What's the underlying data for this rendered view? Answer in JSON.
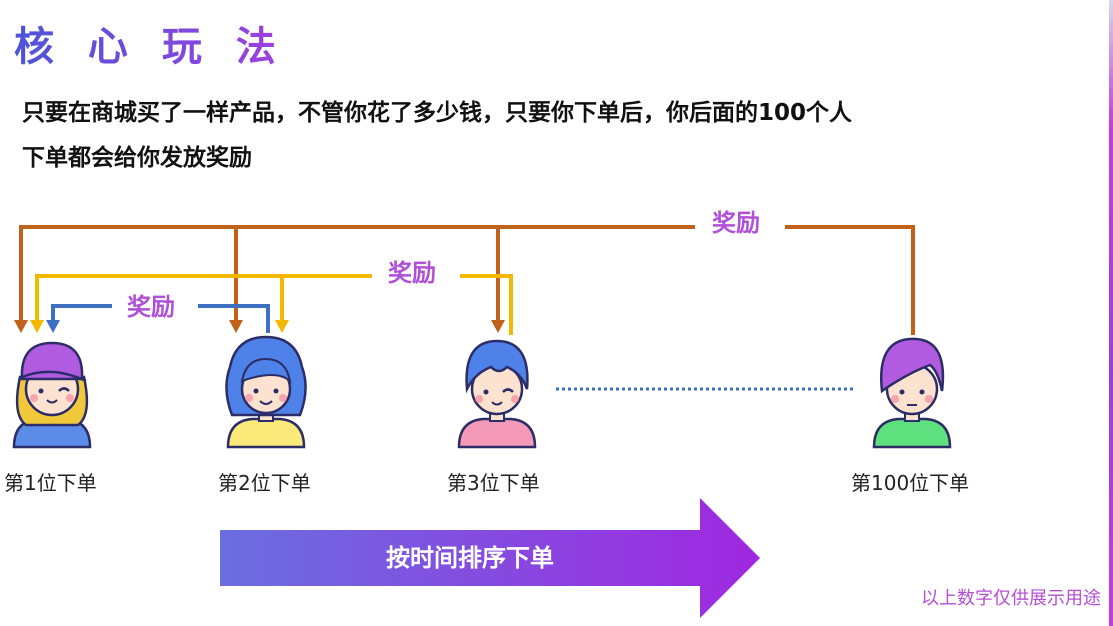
{
  "title": "核 心 玩 法",
  "description": {
    "line1": "只要在商城买了一样产品，不管你花了多少钱，只要你下单后，你后面的100个人",
    "line2": "下单都会给你发放奖励"
  },
  "reward_label": "奖励",
  "users": [
    {
      "label": "第1位下单"
    },
    {
      "label": "第2位下单"
    },
    {
      "label": "第3位下单"
    },
    {
      "label": "第100位下单"
    }
  ],
  "timeline_label": "按时间排序下单",
  "disclaimer": "以上数字仅供展示用途",
  "colors": {
    "accent": "#b04fd8",
    "line_blue": "#3d6fc3",
    "line_yellow": "#f5b800",
    "line_orange": "#c0621b",
    "gradient_start": "#6a6ee0",
    "gradient_end": "#a027e0"
  }
}
